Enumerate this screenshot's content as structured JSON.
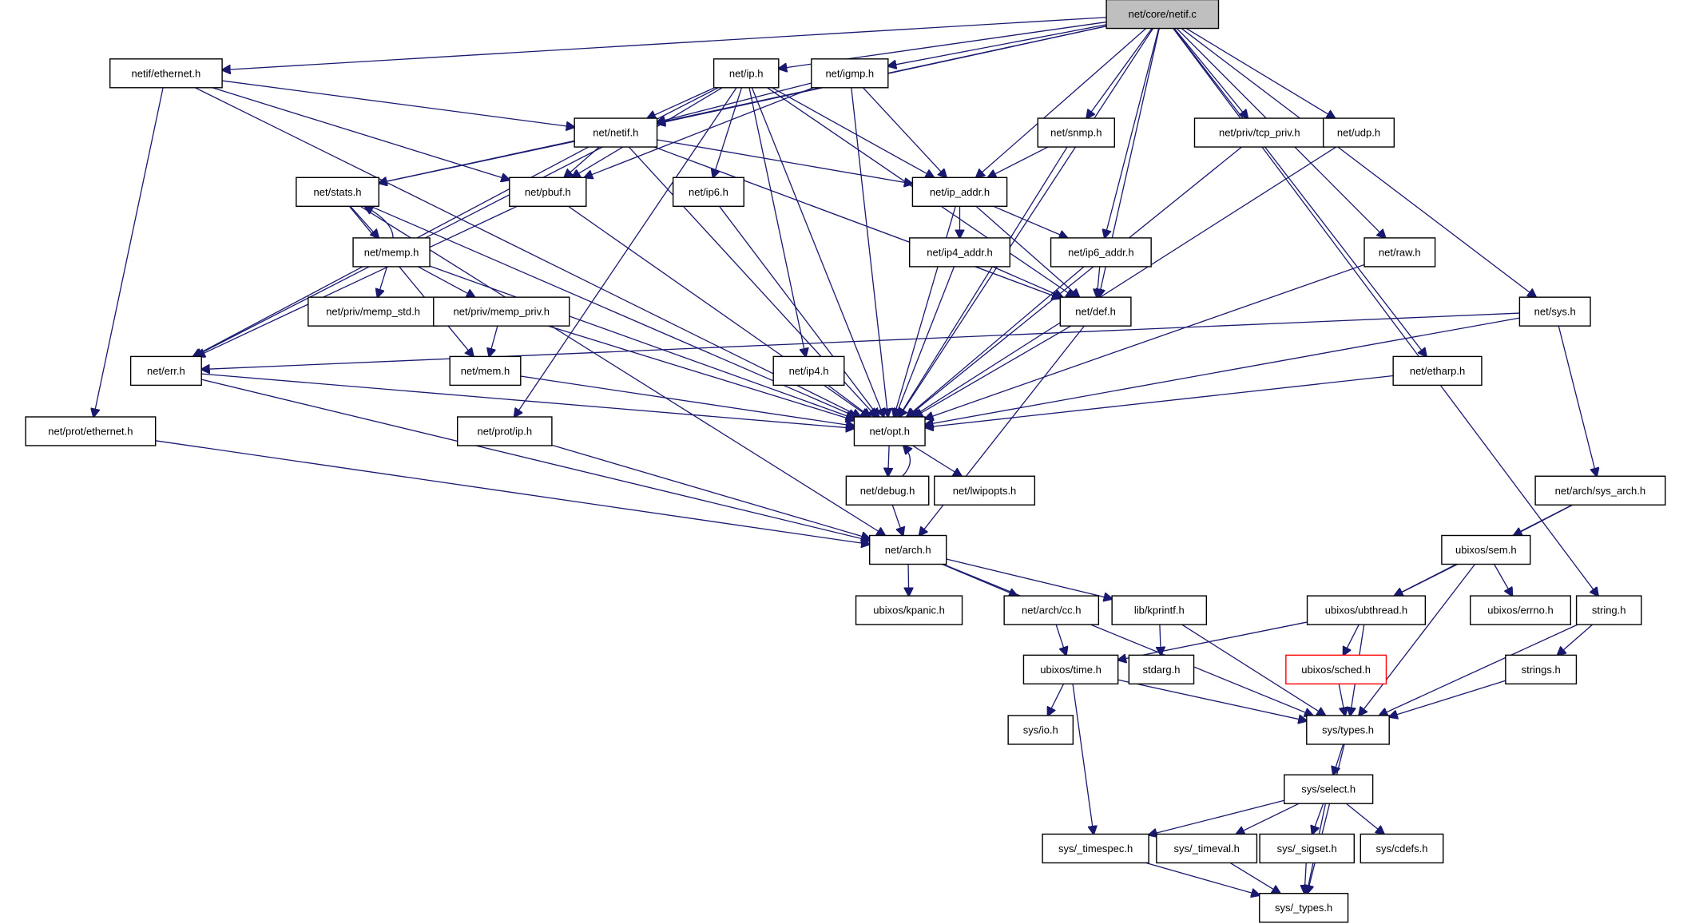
{
  "title": "Include dependency graph for net/core/netif.c",
  "colors": {
    "edge": "#191970",
    "root_fill": "#bfbfbf",
    "missing_border": "#ff0000"
  },
  "nodes": [
    {
      "id": "netif_c",
      "label": "net/core/netif.c",
      "type": "root"
    },
    {
      "id": "netif_ethernet",
      "label": "netif/ethernet.h"
    },
    {
      "id": "ip",
      "label": "net/ip.h"
    },
    {
      "id": "igmp",
      "label": "net/igmp.h"
    },
    {
      "id": "netif_h",
      "label": "net/netif.h"
    },
    {
      "id": "snmp",
      "label": "net/snmp.h"
    },
    {
      "id": "tcp_priv",
      "label": "net/priv/tcp_priv.h"
    },
    {
      "id": "udp",
      "label": "net/udp.h"
    },
    {
      "id": "stats",
      "label": "net/stats.h"
    },
    {
      "id": "pbuf",
      "label": "net/pbuf.h"
    },
    {
      "id": "ip6",
      "label": "net/ip6.h"
    },
    {
      "id": "ip_addr",
      "label": "net/ip_addr.h"
    },
    {
      "id": "memp",
      "label": "net/memp.h"
    },
    {
      "id": "ip4_addr",
      "label": "net/ip4_addr.h"
    },
    {
      "id": "ip6_addr",
      "label": "net/ip6_addr.h"
    },
    {
      "id": "raw",
      "label": "net/raw.h"
    },
    {
      "id": "memp_std",
      "label": "net/priv/memp_std.h"
    },
    {
      "id": "memp_priv",
      "label": "net/priv/memp_priv.h"
    },
    {
      "id": "def",
      "label": "net/def.h"
    },
    {
      "id": "sys",
      "label": "net/sys.h"
    },
    {
      "id": "err",
      "label": "net/err.h"
    },
    {
      "id": "mem",
      "label": "net/mem.h"
    },
    {
      "id": "ip4",
      "label": "net/ip4.h"
    },
    {
      "id": "etharp",
      "label": "net/etharp.h"
    },
    {
      "id": "prot_ethernet",
      "label": "net/prot/ethernet.h"
    },
    {
      "id": "prot_ip",
      "label": "net/prot/ip.h"
    },
    {
      "id": "opt",
      "label": "net/opt.h"
    },
    {
      "id": "debug",
      "label": "net/debug.h"
    },
    {
      "id": "lwipopts",
      "label": "net/lwipopts.h"
    },
    {
      "id": "sys_arch",
      "label": "net/arch/sys_arch.h"
    },
    {
      "id": "arch",
      "label": "net/arch.h"
    },
    {
      "id": "sem",
      "label": "ubixos/sem.h"
    },
    {
      "id": "kpanic",
      "label": "ubixos/kpanic.h"
    },
    {
      "id": "cc",
      "label": "net/arch/cc.h"
    },
    {
      "id": "kprintf",
      "label": "lib/kprintf.h"
    },
    {
      "id": "ubthread",
      "label": "ubixos/ubthread.h"
    },
    {
      "id": "errno",
      "label": "ubixos/errno.h"
    },
    {
      "id": "string",
      "label": "string.h"
    },
    {
      "id": "time",
      "label": "ubixos/time.h"
    },
    {
      "id": "stdarg",
      "label": "stdarg.h"
    },
    {
      "id": "sched",
      "label": "ubixos/sched.h",
      "type": "missing"
    },
    {
      "id": "strings",
      "label": "strings.h"
    },
    {
      "id": "io",
      "label": "sys/io.h"
    },
    {
      "id": "types",
      "label": "sys/types.h"
    },
    {
      "id": "select",
      "label": "sys/select.h"
    },
    {
      "id": "timespec",
      "label": "sys/_timespec.h"
    },
    {
      "id": "timeval",
      "label": "sys/_timeval.h"
    },
    {
      "id": "sigset",
      "label": "sys/_sigset.h"
    },
    {
      "id": "cdefs",
      "label": "sys/cdefs.h"
    },
    {
      "id": "_types",
      "label": "sys/_types.h"
    }
  ],
  "edges": [
    [
      "netif_c",
      "netif_ethernet"
    ],
    [
      "netif_c",
      "ip"
    ],
    [
      "netif_c",
      "igmp"
    ],
    [
      "netif_c",
      "netif_h"
    ],
    [
      "netif_c",
      "stats"
    ],
    [
      "netif_c",
      "snmp"
    ],
    [
      "netif_c",
      "tcp_priv"
    ],
    [
      "netif_c",
      "udp"
    ],
    [
      "netif_c",
      "ip_addr"
    ],
    [
      "netif_c",
      "ip6_addr"
    ],
    [
      "netif_c",
      "def"
    ],
    [
      "netif_c",
      "raw"
    ],
    [
      "netif_c",
      "sys"
    ],
    [
      "netif_c",
      "etharp"
    ],
    [
      "netif_c",
      "opt"
    ],
    [
      "netif_c",
      "string"
    ],
    [
      "netif_ethernet",
      "netif_h"
    ],
    [
      "netif_ethernet",
      "pbuf"
    ],
    [
      "netif_ethernet",
      "prot_ethernet"
    ],
    [
      "netif_ethernet",
      "opt"
    ],
    [
      "ip",
      "netif_h"
    ],
    [
      "ip",
      "pbuf"
    ],
    [
      "ip",
      "ip6"
    ],
    [
      "ip",
      "ip_addr"
    ],
    [
      "ip",
      "ip4"
    ],
    [
      "ip",
      "def"
    ],
    [
      "ip",
      "err"
    ],
    [
      "ip",
      "opt"
    ],
    [
      "ip",
      "prot_ip"
    ],
    [
      "igmp",
      "netif_h"
    ],
    [
      "igmp",
      "pbuf"
    ],
    [
      "igmp",
      "ip_addr"
    ],
    [
      "igmp",
      "opt"
    ],
    [
      "netif_h",
      "stats"
    ],
    [
      "netif_h",
      "pbuf"
    ],
    [
      "netif_h",
      "ip_addr"
    ],
    [
      "netif_h",
      "err"
    ],
    [
      "netif_h",
      "def"
    ],
    [
      "netif_h",
      "opt"
    ],
    [
      "snmp",
      "ip_addr"
    ],
    [
      "snmp",
      "opt"
    ],
    [
      "tcp_priv",
      "opt"
    ],
    [
      "udp",
      "opt"
    ],
    [
      "stats",
      "memp"
    ],
    [
      "stats",
      "mem"
    ],
    [
      "stats",
      "opt"
    ],
    [
      "stats",
      "arch"
    ],
    [
      "pbuf",
      "err"
    ],
    [
      "pbuf",
      "opt"
    ],
    [
      "ip6",
      "opt"
    ],
    [
      "ip_addr",
      "ip4_addr"
    ],
    [
      "ip_addr",
      "ip6_addr"
    ],
    [
      "ip_addr",
      "def"
    ],
    [
      "ip_addr",
      "opt"
    ],
    [
      "memp",
      "stats"
    ],
    [
      "memp",
      "memp_std"
    ],
    [
      "memp",
      "memp_priv"
    ],
    [
      "memp",
      "opt"
    ],
    [
      "ip4_addr",
      "def"
    ],
    [
      "ip4_addr",
      "opt"
    ],
    [
      "ip6_addr",
      "def"
    ],
    [
      "ip6_addr",
      "opt"
    ],
    [
      "raw",
      "opt"
    ],
    [
      "memp_priv",
      "mem"
    ],
    [
      "memp_priv",
      "opt"
    ],
    [
      "def",
      "opt"
    ],
    [
      "def",
      "arch"
    ],
    [
      "sys",
      "err"
    ],
    [
      "sys",
      "opt"
    ],
    [
      "sys",
      "sys_arch"
    ],
    [
      "err",
      "opt"
    ],
    [
      "err",
      "arch"
    ],
    [
      "mem",
      "opt"
    ],
    [
      "ip4",
      "opt"
    ],
    [
      "etharp",
      "opt"
    ],
    [
      "prot_ethernet",
      "arch"
    ],
    [
      "prot_ip",
      "arch"
    ],
    [
      "opt",
      "debug"
    ],
    [
      "opt",
      "lwipopts"
    ],
    [
      "debug",
      "opt"
    ],
    [
      "debug",
      "arch"
    ],
    [
      "sys_arch",
      "sem"
    ],
    [
      "sys_arch",
      "ubthread"
    ],
    [
      "arch",
      "kpanic"
    ],
    [
      "arch",
      "cc"
    ],
    [
      "arch",
      "kprintf"
    ],
    [
      "arch",
      "types"
    ],
    [
      "sem",
      "ubthread"
    ],
    [
      "sem",
      "errno"
    ],
    [
      "sem",
      "types"
    ],
    [
      "cc",
      "time"
    ],
    [
      "kprintf",
      "stdarg"
    ],
    [
      "kprintf",
      "types"
    ],
    [
      "ubthread",
      "time"
    ],
    [
      "ubthread",
      "sched"
    ],
    [
      "ubthread",
      "types"
    ],
    [
      "string",
      "strings"
    ],
    [
      "string",
      "types"
    ],
    [
      "time",
      "io"
    ],
    [
      "time",
      "timespec"
    ],
    [
      "time",
      "types"
    ],
    [
      "sched",
      "types"
    ],
    [
      "strings",
      "types"
    ],
    [
      "types",
      "select"
    ],
    [
      "types",
      "_types"
    ],
    [
      "select",
      "timespec"
    ],
    [
      "select",
      "timeval"
    ],
    [
      "select",
      "sigset"
    ],
    [
      "select",
      "cdefs"
    ],
    [
      "select",
      "_types"
    ],
    [
      "timespec",
      "_types"
    ],
    [
      "timeval",
      "_types"
    ],
    [
      "sigset",
      "_types"
    ]
  ]
}
